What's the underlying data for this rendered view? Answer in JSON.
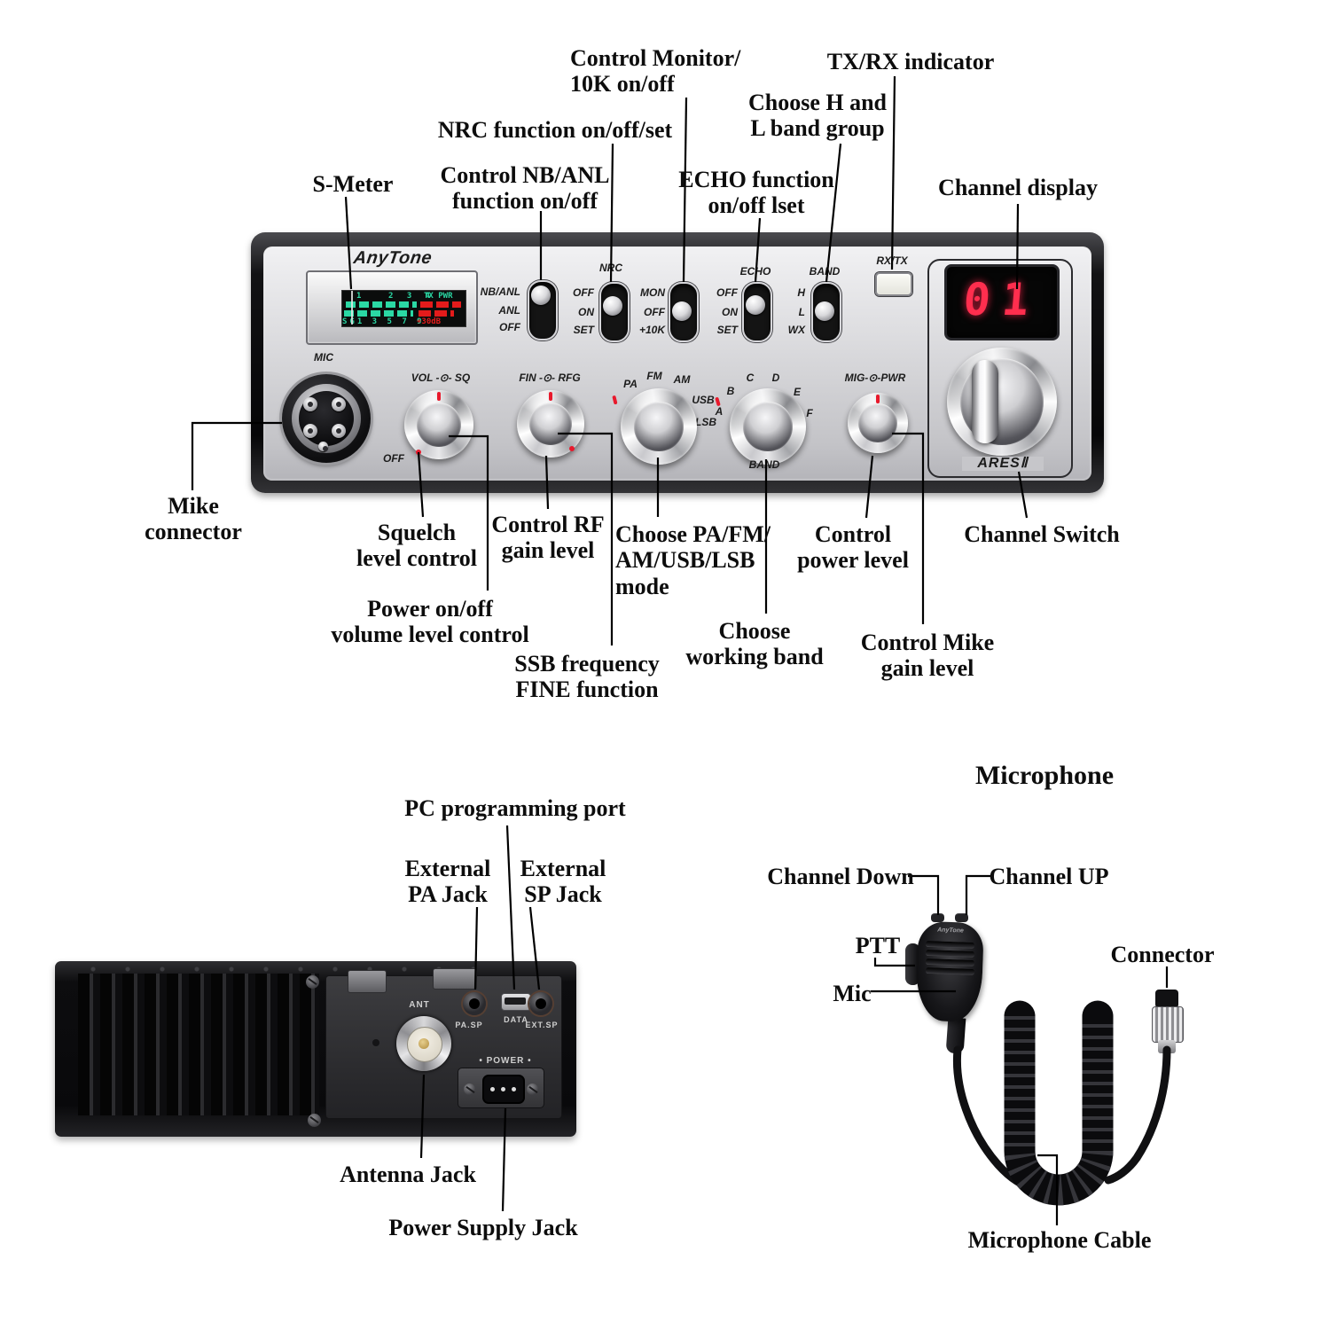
{
  "colors": {
    "meter_green": "#2bd8a4",
    "meter_red": "#e31b1b",
    "digit_red": "#ff2e4e",
    "panel_silver": "#d9d9dc",
    "label_black": "#0d0d0d"
  },
  "front": {
    "brand": "AnyTone",
    "meter": {
      "row1_left": "1",
      "row1_mid": "2 3 4",
      "row1_right": "TX PWR",
      "row2_left": "SG1 3 5 7 9",
      "row2_right": "+30dB"
    },
    "mic_label": "MIC",
    "vol_label": "VOL -⊙- SQ",
    "off_label": "OFF",
    "fin_label": "FIN -⊙- RFG",
    "mig_label": "MIG-⊙-PWR",
    "band_lower_label": "BAND",
    "ares_label": "ARESⅡ",
    "rxtx_label": "RX/TX",
    "display_value": "01",
    "switch1": {
      "opt1": "NB/ANL",
      "opt2": "ANL",
      "opt3": "OFF"
    },
    "switch2": {
      "title": "NRC",
      "opt1": "OFF",
      "opt2": "ON",
      "opt3": "SET"
    },
    "switch3": {
      "opt1": "MON",
      "opt2": "OFF",
      "opt3": "+10K"
    },
    "switch4": {
      "title": "ECHO",
      "opt1": "OFF",
      "opt2": "ON",
      "opt3": "SET"
    },
    "switch5": {
      "title": "BAND",
      "opt1": "H",
      "opt2": "L",
      "opt3": "WX"
    },
    "mode_knob": {
      "l1": "PA",
      "l2": "FM",
      "l3": "AM",
      "l4": "USB",
      "l5": "LSB"
    },
    "band_knob": {
      "l1": "A",
      "l2": "B",
      "l3": "C",
      "l4": "D",
      "l5": "E",
      "l6": "F"
    }
  },
  "callouts_front": {
    "s_meter": "S-Meter",
    "nb_anl": "Control NB/ANL\nfunction on/off",
    "nrc": "NRC function on/off/set",
    "monitor": "Control Monitor/\n10K on/off",
    "echo": "ECHO function\non/off lset",
    "band_group": "Choose H and\nL band group",
    "txrx": "TX/RX indicator",
    "channel_display": "Channel display",
    "mike_connector": "Mike\nconnector",
    "squelch": "Squelch\nlevel control",
    "power_volume": "Power on/off\nvolume level control",
    "rf_gain": "Control RF\ngain level",
    "ssb_fine": "SSB frequency\nFINE function",
    "mode": "Choose PA/FM/\nAM/USB/LSB\nmode",
    "working_band": "Choose\nworking band",
    "power_level": "Control\npower level",
    "mike_gain": "Control Mike\ngain level",
    "channel_switch": "Channel Switch"
  },
  "rear": {
    "ant": "ANT",
    "pa_sp": "PA.SP",
    "data": "DATA",
    "ext_sp": "EXT.SP",
    "power": "• POWER •"
  },
  "callouts_rear": {
    "pc_port": "PC programming port",
    "ext_pa": "External\nPA Jack",
    "ext_sp": "External\nSP Jack",
    "antenna": "Antenna Jack",
    "power_supply": "Power Supply Jack"
  },
  "microphone": {
    "title": "Microphone",
    "brand": "AnyTone",
    "channel_down": "Channel Down",
    "channel_up": "Channel UP",
    "ptt": "PTT",
    "mic": "Mic",
    "connector": "Connector",
    "cable": "Microphone Cable"
  }
}
